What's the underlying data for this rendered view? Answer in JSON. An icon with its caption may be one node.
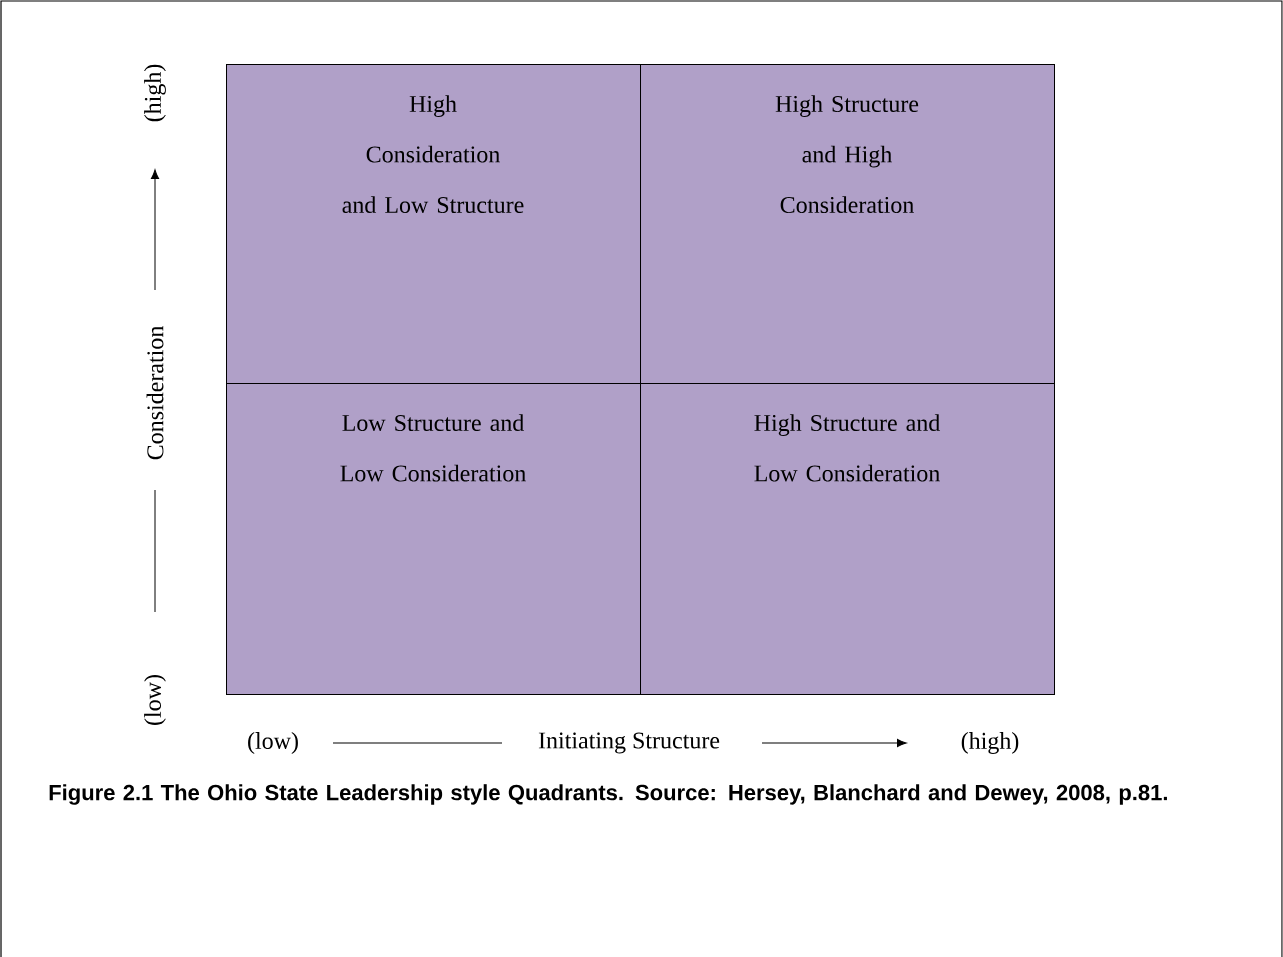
{
  "diagram": {
    "caption": "Figure 2.1 The Ohio State Leadership style Quadrants. Source: Hersey, Blanchard and Dewey, 2008, p.81.",
    "nodes": [
      {
        "text": [
          "High Consideration and Low Structure"
        ]
      },
      {
        "text": [
          "High Structure and High Consideration"
        ]
      },
      {
        "text": [
          "Low Structure and Low Consideration"
        ]
      },
      {
        "text": [
          "High Structure and Low Consideration"
        ]
      }
    ],
    "labels": [
      "(high)",
      "Consideration",
      "(low)",
      "(low)",
      "Initiating Structure",
      "(high)"
    ]
  }
}
